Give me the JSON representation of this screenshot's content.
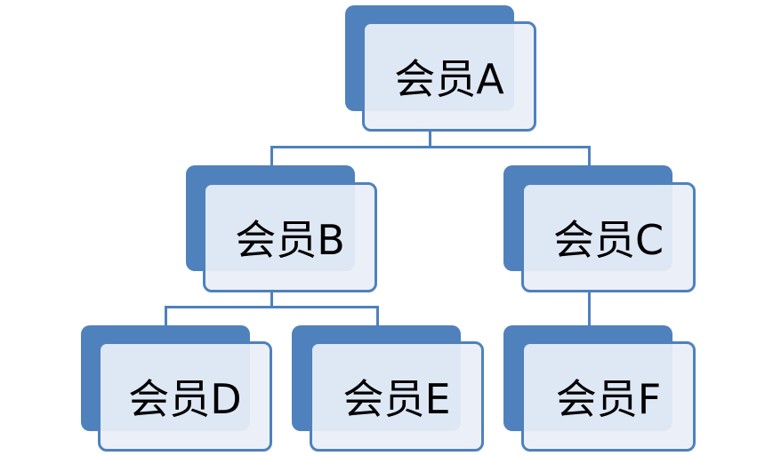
{
  "nodes": [
    {
      "id": "A",
      "label": "会员A"
    },
    {
      "id": "B",
      "label": "会员B"
    },
    {
      "id": "C",
      "label": "会员C"
    },
    {
      "id": "D",
      "label": "会员D"
    },
    {
      "id": "E",
      "label": "会员E"
    },
    {
      "id": "F",
      "label": "会员F"
    }
  ],
  "edges": [
    [
      "A",
      "B"
    ],
    [
      "A",
      "C"
    ],
    [
      "B",
      "D"
    ],
    [
      "B",
      "E"
    ],
    [
      "C",
      "F"
    ]
  ],
  "colors": {
    "accent": "#4f81bd",
    "box_fill": "#eaeff7"
  }
}
